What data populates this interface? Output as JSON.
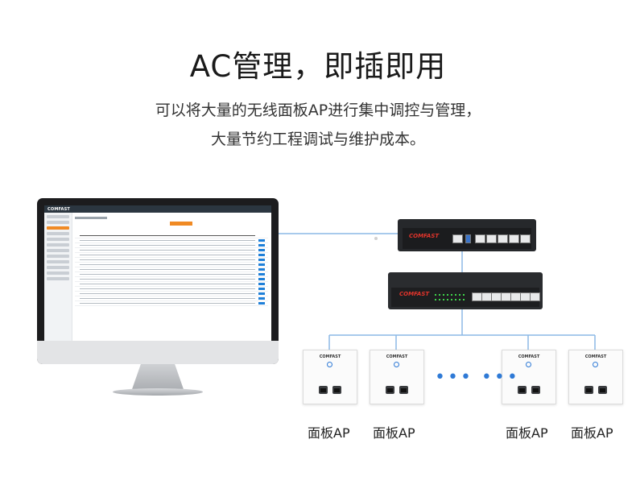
{
  "title": "AC管理，即插即用",
  "subtitle_line1": "可以将大量的无线面板AP进行集中调控与管理，",
  "subtitle_line2": "大量节约工程调试与维护成本。",
  "brand": "COMFAST",
  "screen_logo": "COMFAST",
  "panels": [
    {
      "label": "面板AP"
    },
    {
      "label": "面板AP"
    },
    {
      "label": "面板AP"
    },
    {
      "label": "面板AP"
    }
  ],
  "ellipsis": "•••  •••",
  "colors": {
    "line": "#8cb9e6",
    "brand": "#e2342b",
    "accent": "#f08a24",
    "led": "#2f7ad6"
  }
}
